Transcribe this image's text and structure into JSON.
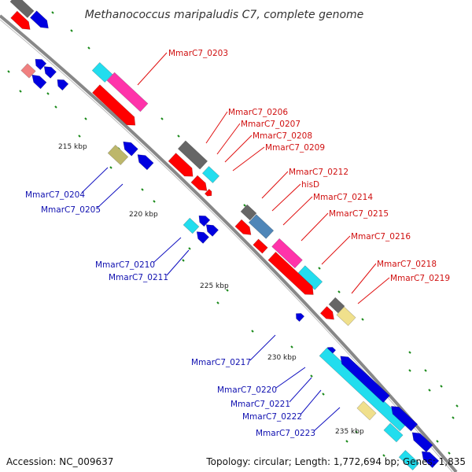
{
  "title": "Methanococcus maripaludis C7, complete genome",
  "footer": {
    "accession": "Accession: NC_009637",
    "topology": "Topology: circular; Length: 1,772,694 bp; Genes: 1,835"
  },
  "scale_labels": [
    "215 kbp",
    "220 kbp",
    "225 kbp",
    "230 kbp",
    "235 kbp"
  ],
  "labels_top": [
    "MmarC7_0203",
    "MmarC7_0206",
    "MmarC7_0207",
    "MmarC7_0208",
    "MmarC7_0209",
    "MmarC7_0212",
    "hisD",
    "MmarC7_0214",
    "MmarC7_0215",
    "MmarC7_0216",
    "MmarC7_0218",
    "MmarC7_0219"
  ],
  "labels_bottom": [
    "MmarC7_0204",
    "MmarC7_0205",
    "MmarC7_0210",
    "MmarC7_0211",
    "MmarC7_0217",
    "MmarC7_0220",
    "MmarC7_0221",
    "MmarC7_0222",
    "MmarC7_0223"
  ],
  "colors": {
    "forward_cds": "#ff0000",
    "reverse_cds": "#0000e0",
    "forward_feature": "#ff33aa",
    "cyan_feature": "#22ddee",
    "gray_feature": "#666666",
    "steel_feature": "#4f86b8",
    "khaki_feature": "#bdb76b",
    "pale_feature": "#f0e08c",
    "pink_feature": "#f08080",
    "backbone": "#888888",
    "tick": "#1a8a1a",
    "label_line_red": "#e01010",
    "label_line_blue": "#1010c0"
  }
}
